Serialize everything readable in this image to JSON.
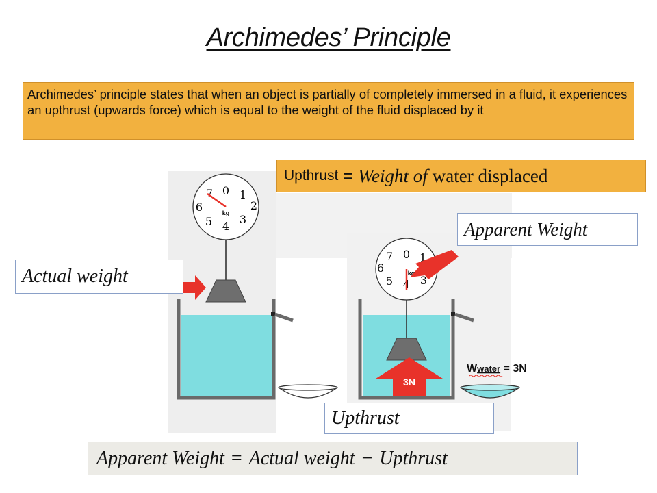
{
  "slide": {
    "title": "Archimedes’ Principle",
    "definition": "Archimedes’ principle states that when an object is partially of completely immersed in a fluid, it experiences an upthrust (upwards force) which is equal to the weight of the fluid displaced by it",
    "upthrust_equation": {
      "lhs": "Upthrust",
      "equals": "=",
      "rhs_italic": "Weight of",
      "rhs_plain": "water displaced"
    },
    "labels": {
      "actual_weight": "Actual weight",
      "apparent_weight": "Apparent Weight",
      "upthrust": "Upthrust"
    },
    "apparent_equation": {
      "term1": "Apparent Weight",
      "equals": "=",
      "term2": "Actual weight",
      "minus": "−",
      "term3": "Upthrust"
    }
  },
  "diagram": {
    "scale_unit": "kg",
    "scale_numbers": [
      "0",
      "1",
      "2",
      "3",
      "4",
      "5",
      "6",
      "7"
    ],
    "upthrust_force": "3N",
    "displaced_water_label": "W",
    "displaced_water_subscript": "water",
    "displaced_water_value": " = 3N",
    "colors": {
      "water": "#7fdde0",
      "tank_wall": "#6a6a6a",
      "weight": "#6e6e6e",
      "arrow": "#e8322a",
      "callout_box": "#f2b13f"
    }
  }
}
